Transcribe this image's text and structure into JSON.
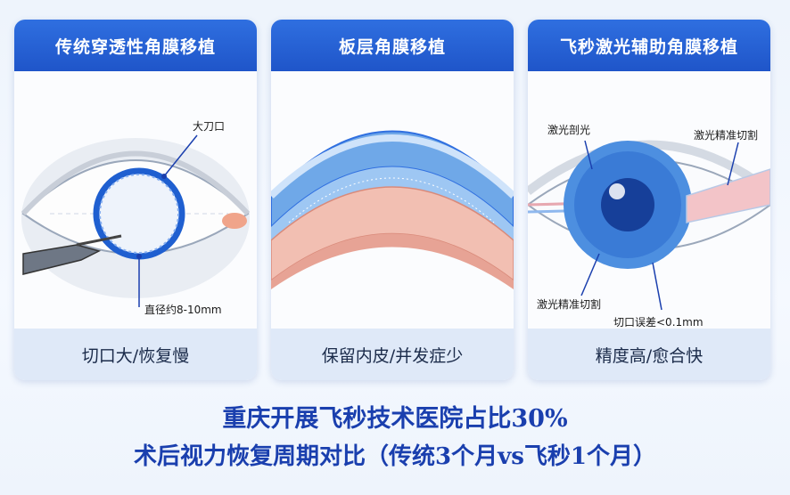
{
  "cards": [
    {
      "title": "传统穿透性角膜移植",
      "footer": "切口大/恢复慢",
      "labels": {
        "top": "大刀口",
        "bottom": "直径约8-10mm"
      }
    },
    {
      "title": "板层角膜移植",
      "footer": "保留内皮/并发症少"
    },
    {
      "title": "飞秒激光辅助角膜移植",
      "footer": "精度高/愈合快",
      "labels": {
        "top_left": "激光剖光",
        "top_right": "激光精准切割",
        "bottom_left": "激光精准切割",
        "bottom_right": "切口误差<0.1mm"
      }
    }
  ],
  "headline": {
    "line1": "重庆开展飞秒技术医院占比30%",
    "line2": "术后视力恢复周期对比（传统3个月vs飞秒1个月）"
  },
  "colors": {
    "header_blue": "#2566d6",
    "footer_bg": "#dfe9f8",
    "headline_blue": "#1a3fae"
  }
}
